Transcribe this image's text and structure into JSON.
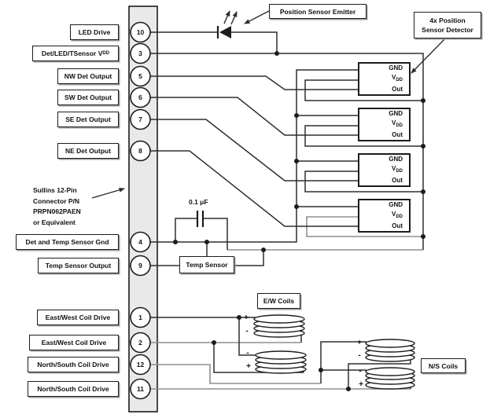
{
  "pins": [
    {
      "number": "10",
      "label": "LED Drive"
    },
    {
      "number": "3",
      "label": "Det/LED/TSensor V",
      "label_sub": "DD"
    },
    {
      "number": "5",
      "label": "NW Det Output"
    },
    {
      "number": "6",
      "label": "SW Det Output"
    },
    {
      "number": "7",
      "label": "SE Det Output"
    },
    {
      "number": "8",
      "label": "NE Det Output"
    },
    {
      "number": "4",
      "label": "Det and Temp Sensor Gnd"
    },
    {
      "number": "9",
      "label": "Temp Sensor Output"
    },
    {
      "number": "1",
      "label": "East/West Coil Drive"
    },
    {
      "number": "2",
      "label": "East/West Coil Drive"
    },
    {
      "number": "12",
      "label": "North/South Coil Drive"
    },
    {
      "number": "11",
      "label": "North/South Coil Drive"
    }
  ],
  "connector_note": {
    "line1": "Sullins 12-Pin",
    "line2": "Connector P/N",
    "line3": "PRPN062PAEN",
    "line4": "or Equivalent"
  },
  "callouts": {
    "emitter": "Position Sensor Emitter",
    "detector_l1": "4x Position",
    "detector_l2": "Sensor Detector"
  },
  "labels": {
    "temp_sensor": "Temp Sensor",
    "cap_value": "0.1 μF",
    "ew_coils": "E/W Coils",
    "ns_coils": "N/S Coils"
  },
  "det": {
    "gnd": "GND",
    "vdd_main": "V",
    "vdd_sub": "DD",
    "out": "Out"
  },
  "polarity": {
    "plus": "+",
    "minus": "-"
  },
  "colors": {
    "wire": "#2e2e2e",
    "wire_gray": "#8f8f8f",
    "strip_fill": "#e9e9e9",
    "ink": "#1c1c1c"
  }
}
